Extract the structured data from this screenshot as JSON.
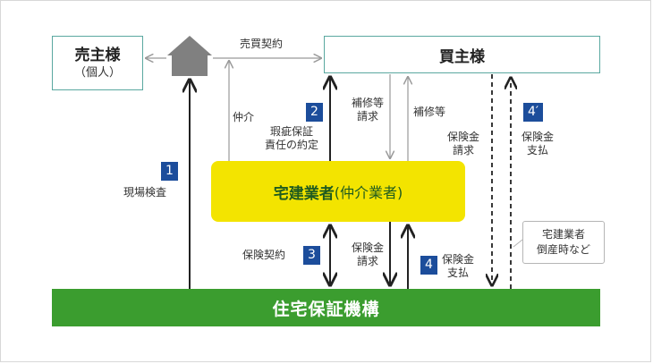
{
  "nodes": {
    "seller_title": "売主様",
    "seller_sub": "（個人）",
    "buyer_title": "買主様",
    "broker_main": "宅建業者",
    "broker_sub": "(仲介業者)",
    "org_title": "住宅保証機構"
  },
  "labels": {
    "sale_contract": "売買契約",
    "intermediary": "仲介",
    "warranty_line1": "瑕疵保証",
    "warranty_line2": "責任の約定",
    "repair_request_line1": "補修等",
    "repair_request_line2": "請求",
    "repair": "補修等",
    "claim_top_line1": "保険金",
    "claim_top_line2": "請求",
    "pay_top_line1": "保険金",
    "pay_top_line2": "支払",
    "site_inspection": "現場検査",
    "insurance_contract": "保険契約",
    "claim_bottom_line1": "保険金",
    "claim_bottom_line2": "請求",
    "pay_bottom_line1": "保険金",
    "pay_bottom_line2": "支払",
    "note_line1": "宅建業者",
    "note_line2": "倒産時など"
  },
  "badges": {
    "step1": "1",
    "step2": "2",
    "step3": "3",
    "step4": "4",
    "step4prime": "4′"
  },
  "colors": {
    "box_border": "#5aa8a0",
    "broker_fill": "#f3e400",
    "org_fill": "#3b9d2f",
    "badge_fill": "#1c4d9b",
    "house": "#808080"
  },
  "icons": {
    "house": "house-icon"
  }
}
